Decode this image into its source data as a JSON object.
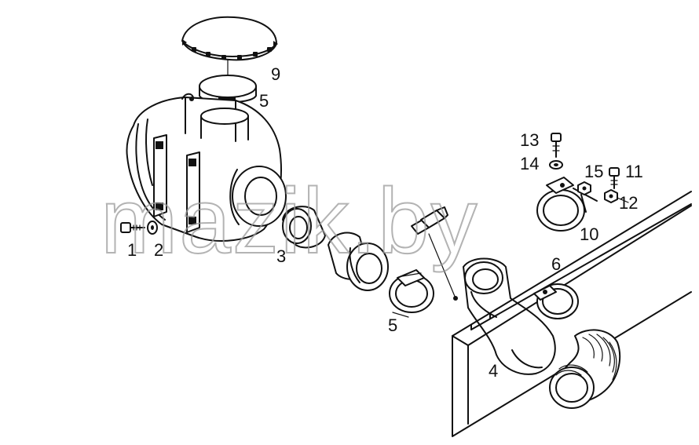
{
  "watermark": "mazik.by",
  "callouts": {
    "c9": "9",
    "c5a": "5",
    "c13": "13",
    "c14": "14",
    "c15": "15",
    "c11": "11",
    "c12": "12",
    "c10": "10",
    "c1": "1",
    "c2": "2",
    "c3": "3",
    "c6": "6",
    "c5b": "5",
    "c4": "4"
  }
}
